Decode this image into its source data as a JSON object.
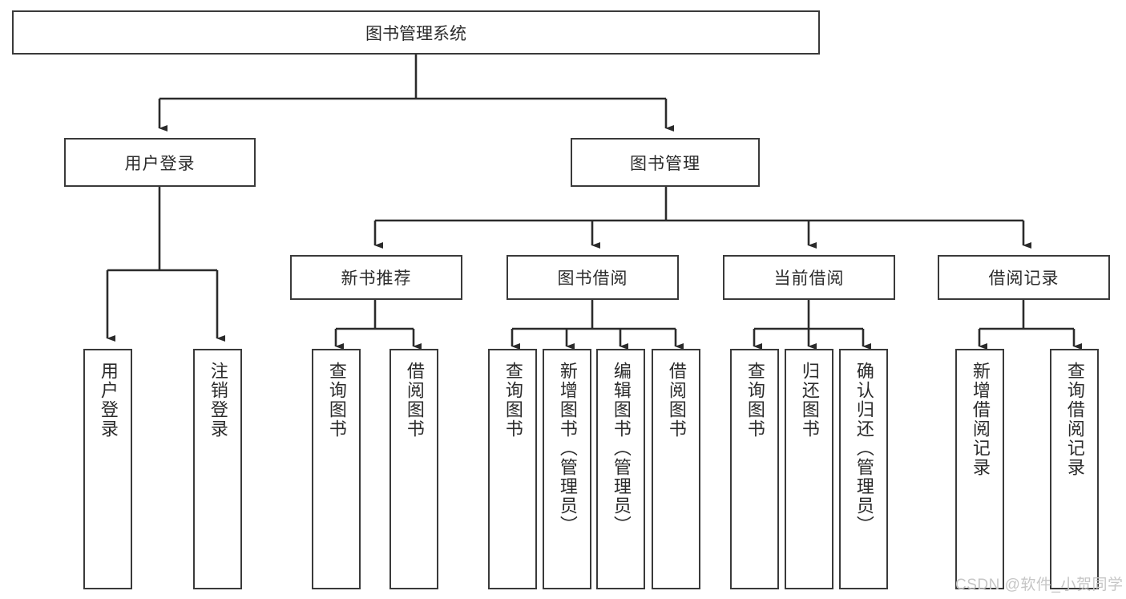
{
  "diagram": {
    "type": "tree-hierarchy-chart",
    "title": "图书管理系统",
    "orientation": "top-down",
    "colors": {
      "box_border": "#3a3a3a",
      "box_fill": "#ffffff",
      "connector": "#2b2b2b",
      "text": "#2b2b2b",
      "watermark": "#c6c6c6",
      "background": "#ffffff"
    }
  },
  "root": {
    "label": "图书管理系统"
  },
  "level2": [
    {
      "label": "用户登录"
    },
    {
      "label": "图书管理"
    }
  ],
  "level3": [
    {
      "label": "新书推荐"
    },
    {
      "label": "图书借阅"
    },
    {
      "label": "当前借阅"
    },
    {
      "label": "借阅记录"
    }
  ],
  "leaves": {
    "user_login": [
      {
        "label": "用户登录"
      },
      {
        "label": "注销登录"
      }
    ],
    "new_book_recommend": [
      {
        "label": "查询图书"
      },
      {
        "label": "借阅图书"
      }
    ],
    "book_borrow": [
      {
        "label": "查询图书"
      },
      {
        "label": "新增图书（管理员）"
      },
      {
        "label": "编辑图书（管理员）"
      },
      {
        "label": "借阅图书"
      }
    ],
    "current_borrow": [
      {
        "label": "查询图书"
      },
      {
        "label": "归还图书"
      },
      {
        "label": "确认归还（管理员）"
      }
    ],
    "borrow_records": [
      {
        "label": "新增借阅记录"
      },
      {
        "label": "查询借阅记录"
      }
    ]
  },
  "watermark": {
    "text": "CSDN @软件_小贺同学"
  }
}
